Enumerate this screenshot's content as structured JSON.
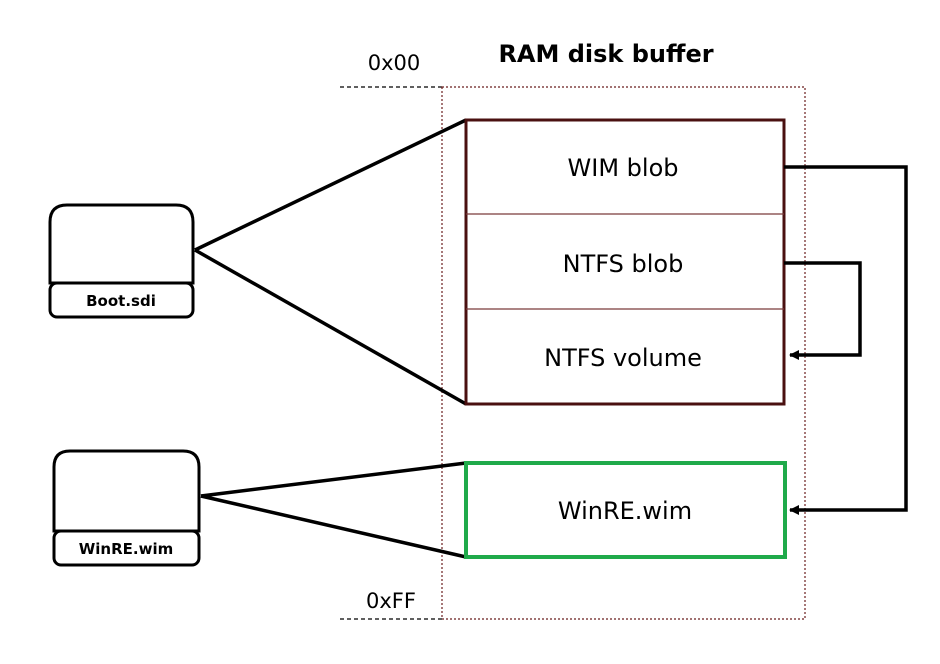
{
  "title": "RAM disk buffer",
  "address_start": "0x00",
  "address_end": "0xFF",
  "sources": {
    "boot": "Boot.sdi",
    "winre": "WinRE.wim"
  },
  "sections": {
    "wim_blob": "WIM blob",
    "ntfs_blob": "NTFS blob",
    "ntfs_volume": "NTFS volume",
    "winre_wim": "WinRE.wim"
  },
  "colors": {
    "buffer_border": "#6b1f1f",
    "sdi_border": "#4a1010",
    "divider": "#7a3a3a",
    "winre_border": "#1faa4a",
    "line": "#000000"
  }
}
